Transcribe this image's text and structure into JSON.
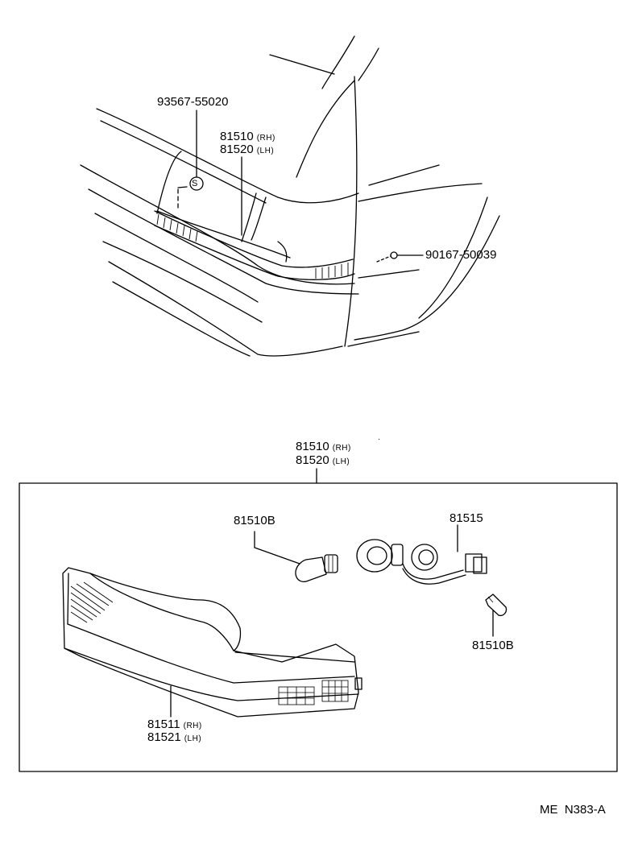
{
  "top_view": {
    "screw_part": "93567-55020",
    "screw_symbol": "S",
    "lamp_rh": "81510",
    "lamp_lh": "81520",
    "bolt_part": "90167-50039"
  },
  "detail_view": {
    "assembly_rh": "81510",
    "assembly_lh": "81520",
    "bulb_1": "81510B",
    "socket_wire": "81515",
    "bulb_2": "81510B",
    "lens_rh": "81511",
    "lens_lh": "81521"
  },
  "side_labels": {
    "rh": "(RH)",
    "lh": "(LH)"
  },
  "footer": {
    "code": "ME  N383-A"
  }
}
